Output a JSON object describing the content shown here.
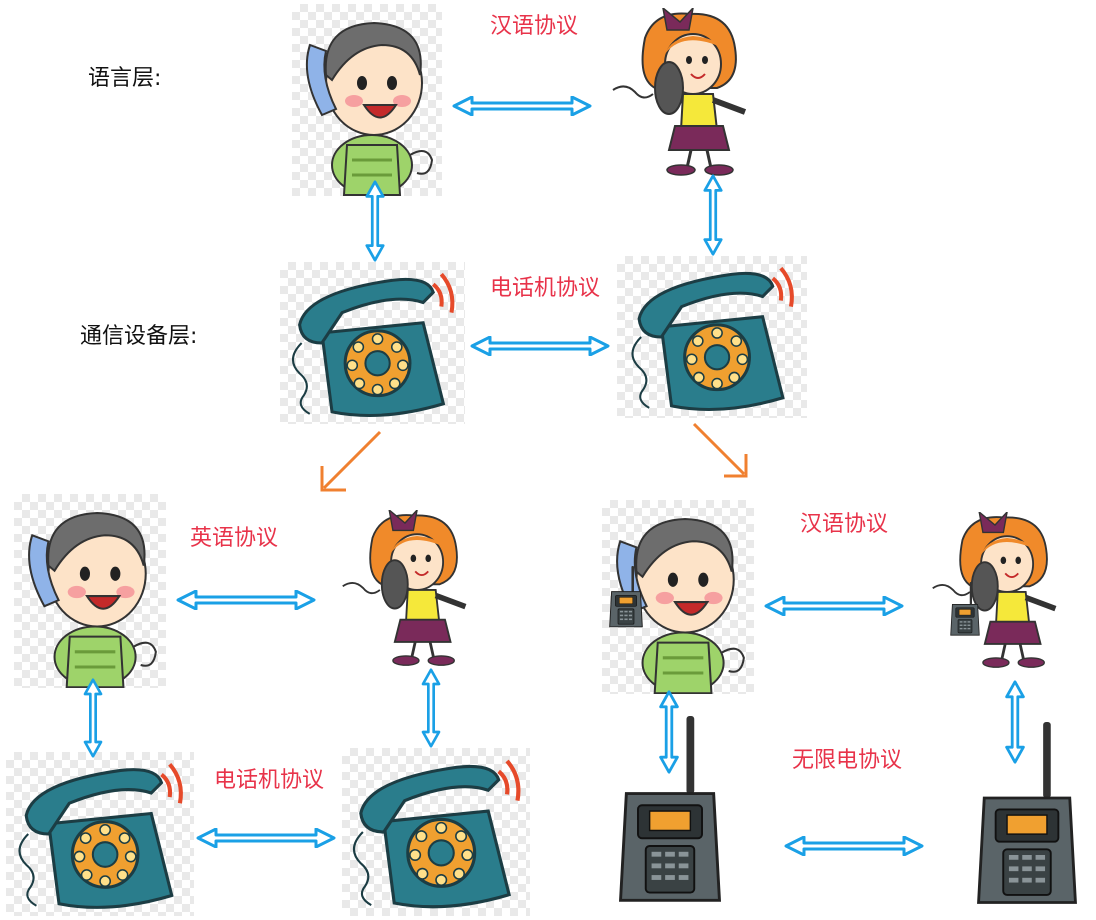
{
  "labels": {
    "language_layer": "语言层:",
    "device_layer": "通信设备层:"
  },
  "protocols": {
    "top_language": "汉语协议",
    "top_device": "电话机协议",
    "left_language": "英语协议",
    "left_device": "电话机协议",
    "right_language": "汉语协议",
    "right_device": "无限电协议"
  },
  "colors": {
    "protocol_text": "#e8334a",
    "double_arrow": "#1aa0e6",
    "split_arrow": "#f08030",
    "phone_body": "#2a7d8c",
    "phone_dial": "#f0a030"
  },
  "icons": [
    "boy-caller-icon",
    "girl-caller-icon",
    "rotary-phone-icon",
    "walkie-talkie-icon"
  ]
}
